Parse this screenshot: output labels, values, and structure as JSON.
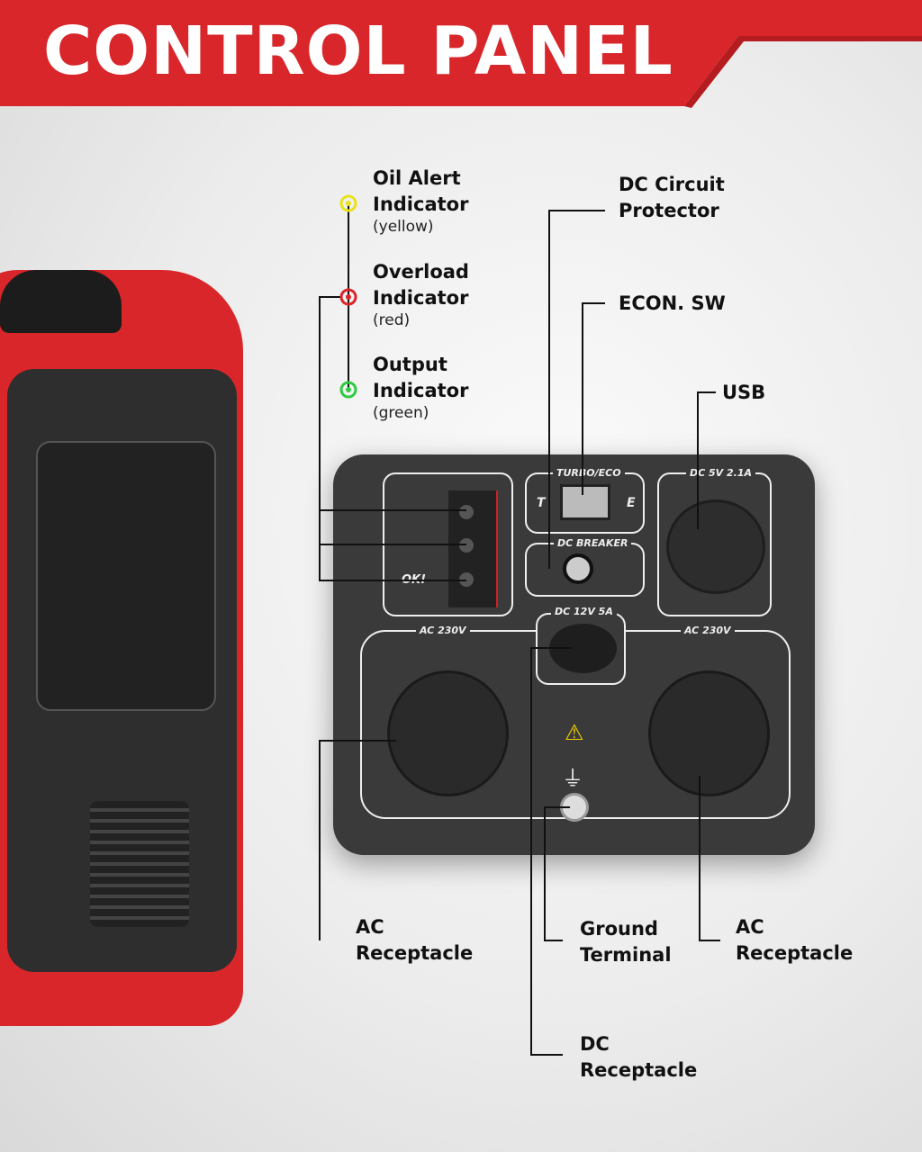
{
  "header": {
    "title": "CONTROL PANEL",
    "color": "#d8262a"
  },
  "callouts": {
    "oil_alert": {
      "title1": "Oil Alert",
      "title2": "Indicator",
      "note": "(yellow)",
      "color": "#e8e21a"
    },
    "overload": {
      "title1": "Overload",
      "title2": "Indicator",
      "note": "(red)",
      "color": "#d8262a"
    },
    "output": {
      "title1": "Output",
      "title2": "Indicator",
      "note": "(green)",
      "color": "#2ecc40"
    },
    "dc_protector": {
      "title1": "DC Circuit",
      "title2": "Protector"
    },
    "econ": {
      "title1": "ECON. SW"
    },
    "usb": {
      "title1": "USB"
    },
    "ac_left": {
      "title1": "AC",
      "title2": "Receptacle"
    },
    "ground": {
      "title1": "Ground",
      "title2": "Terminal"
    },
    "ac_right": {
      "title1": "AC",
      "title2": "Receptacle"
    },
    "dc": {
      "title1": "DC",
      "title2": "Receptacle"
    }
  },
  "panel": {
    "turbo_eco": "TURBO/ECO",
    "t": "T",
    "e": "E",
    "dc_breaker": "DC BREAKER",
    "dc_usb": "DC 5V 2.1A",
    "dc12": "DC 12V 5A",
    "ac_left": "AC 230V",
    "ac_right": "AC 230V",
    "ok": "OK!"
  }
}
